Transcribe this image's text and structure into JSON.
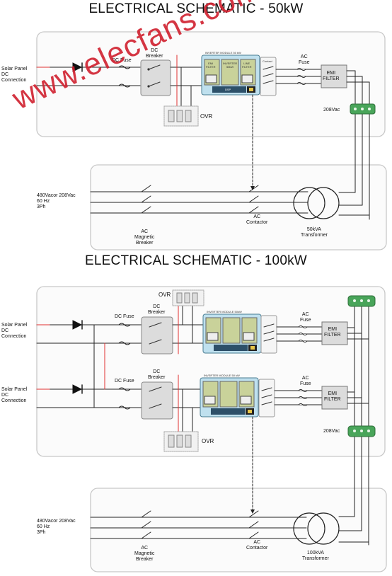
{
  "titles": {
    "top": "ELECTRICAL SCHEMATIC  - 50kW",
    "bottom": "ELECTRICAL SCHEMATIC  - 100kW"
  },
  "watermark": "www.elecfans.com",
  "colors": {
    "panel_border": "#c8c8c8",
    "wire": "#222222",
    "dc_wire": "#e03030",
    "module_bg": "#bfe0ee",
    "module_inner": "#c9d29a",
    "surge_green": "#49a55a",
    "watermark": "#d0202e"
  },
  "labels50": {
    "solar": "Solar Panel\nDC\nConnection",
    "dc_fuse": "DC Fuse",
    "dc_breaker": "DC\nBreaker",
    "inverter_module": "INVERTER MODULE  50 kW",
    "emi_filter": "EMI\nFILTER",
    "line_filter": "LINE\nFILTER",
    "inverter": "INVERTER\n50kW",
    "dsp": "DSP",
    "contact": "Contact",
    "ac_fuse": "AC\nFuse",
    "ovr": "OVR",
    "v208": "208Vac",
    "grid": "480Vacor 208Vac\n60 Hz\n3Ph",
    "ac_mag": "AC\nMagnetic\nBreaker",
    "ac_contactor": "AC\nContactor",
    "transformer": "50kVA\nTransformer"
  },
  "labels100": {
    "solar_1": "Solar Panel\nDC\nConnection",
    "solar_2": "Solar Panel\nDC\nConnection",
    "dc_fuse_1": "DC Fuse",
    "dc_fuse_2": "DC Fuse",
    "dc_breaker_1": "DC\nBreaker",
    "dc_breaker_2": "DC\nBreaker",
    "inverter_module_1": "INVERTER MODULE  50kW",
    "inverter_module_2": "INVERTER MODULE  50 kW",
    "ovr_1": "OVR",
    "ovr_2": "OVR",
    "ac_fuse_1": "AC\nFuse",
    "ac_fuse_2": "AC\nFuse",
    "emi_1": "EMI\nFILTER",
    "emi_2": "EMI\nFILTER",
    "v208": "208Vac",
    "grid": "480Vacor 208Vac\n60 Hz\n3Ph",
    "ac_mag": "AC\nMagnetic\nBreaker",
    "ac_contactor": "AC\nContactor",
    "transformer": "100kVA\nTransformer"
  }
}
